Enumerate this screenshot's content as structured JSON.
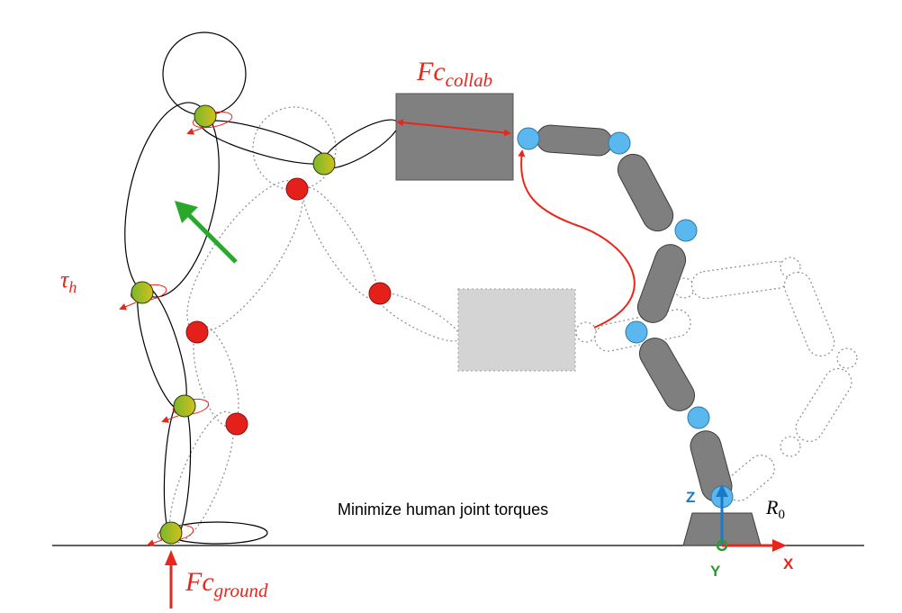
{
  "labels": {
    "fc_collab_main": "Fc",
    "fc_collab_sub": "collab",
    "tau_main": "τ",
    "tau_sub": "h",
    "fc_ground_main": "Fc",
    "fc_ground_sub": "ground",
    "caption": "Minimize human joint torques",
    "r0_main": "R",
    "r0_sub": "0",
    "axis_z": "Z",
    "axis_y": "Y",
    "axis_x": "X"
  },
  "colors": {
    "force_red": "#e8261b",
    "motion_green": "#29a82b",
    "human_joint_gradient_start": "#7fbf2a",
    "human_joint_gradient_end": "#d4c21e",
    "old_joint_red": "#e5201a",
    "robot_joint_blue": "#5ab8ee",
    "robot_link_gray": "#7f7f7f",
    "object_gray": "#808080",
    "ghost_object_gray": "#d0d0d0",
    "axis_blue": "#1a7ac8",
    "axis_green": "#2a9a30"
  }
}
